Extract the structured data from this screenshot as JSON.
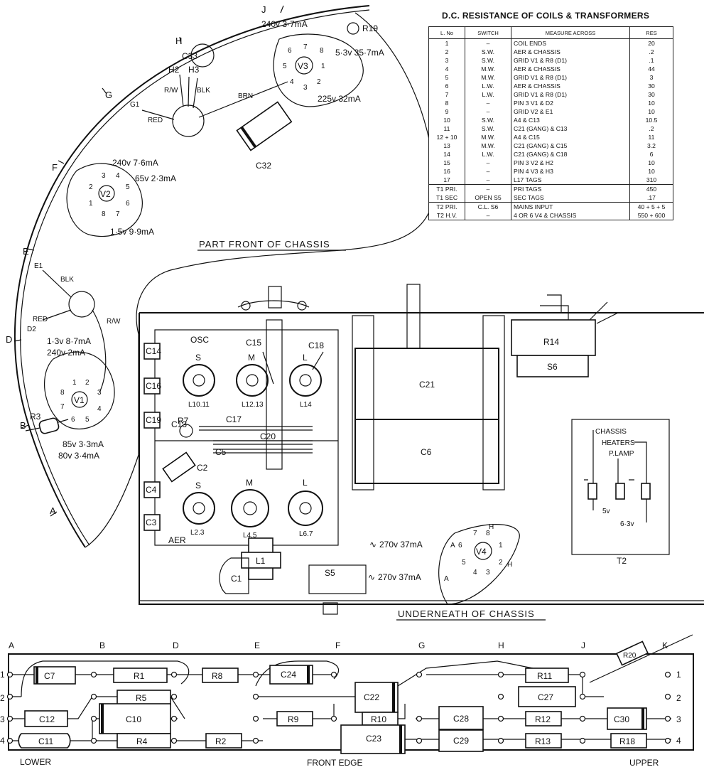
{
  "table": {
    "title": "D.C. RESISTANCE OF COILS & TRANSFORMERS",
    "headers": [
      "L. No",
      "SWITCH",
      "MEASURE ACROSS",
      "RES"
    ],
    "rows": [
      [
        "1",
        "–",
        "COIL ENDS",
        "20"
      ],
      [
        "2",
        "S.W.",
        "AER & CHASSIS",
        ".2"
      ],
      [
        "3",
        "S.W.",
        "GRID V1 & R8 (D1)",
        ".1"
      ],
      [
        "4",
        "M.W.",
        "AER & CHASSIS",
        "44"
      ],
      [
        "5",
        "M.W.",
        "GRID V1 & R8 (D1)",
        "3"
      ],
      [
        "6",
        "L.W.",
        "AER & CHASSIS",
        "30"
      ],
      [
        "7",
        "L.W.",
        "GRID V1 & R8 (D1)",
        "30"
      ],
      [
        "8",
        "–",
        "PIN 3 V1 & D2",
        "10"
      ],
      [
        "9",
        "–",
        "GRID V2 & E1",
        "10"
      ],
      [
        "10",
        "S.W.",
        "A4 & C13",
        "10.5"
      ],
      [
        "11",
        "S.W.",
        "C21 (GANG) & C13",
        ".2"
      ],
      [
        "12 + 10",
        "M.W.",
        "A4 & C15",
        "11"
      ],
      [
        "13",
        "M.W.",
        "C21 (GANG) & C15",
        "3.2"
      ],
      [
        "14",
        "L.W.",
        "C21 (GANG) & C18",
        "6"
      ],
      [
        "15",
        "–",
        "PIN 3 V2 & H2",
        "10"
      ],
      [
        "16",
        "–",
        "PIN 4 V3 & H3",
        "10"
      ],
      [
        "17",
        "–",
        "L17 TAGS",
        "310"
      ],
      [
        "T1 PRI.",
        "–",
        "PRI TAGS",
        "450"
      ],
      [
        "T1 SEC",
        "OPEN S5",
        "SEC TAGS",
        ".17"
      ],
      [
        "T2 PRI.",
        "C.L. S6",
        "MAINS INPUT",
        "40 + 5 + 5"
      ],
      [
        "T2 H.V.",
        "–",
        "4 OR 6 V4 & CHASSIS",
        "550 + 600"
      ]
    ]
  },
  "front": {
    "title": "PART FRONT OF CHASSIS",
    "scale_letters": [
      "J",
      "H",
      "G",
      "F",
      "E",
      "D",
      "B",
      "A"
    ],
    "c33": "C33",
    "c32": "C32",
    "r19": "R19",
    "h2": "H2",
    "h3": "H3",
    "rw": "R/W",
    "blk": "BLK",
    "brn": "BRN",
    "g1": "G1",
    "red": "RED",
    "v3": {
      "name": "V3",
      "pins": [
        "1",
        "2",
        "3",
        "4",
        "5",
        "6",
        "7",
        "8"
      ],
      "v6": "240v 3·7mA",
      "v8": "5·3v 35·7mA",
      "v3": "225v 32mA"
    },
    "v2": {
      "name": "V2",
      "pins": [
        "1",
        "2",
        "3",
        "4",
        "5",
        "6",
        "7",
        "8"
      ],
      "v3": "240v 7·6mA",
      "v4": "65v 2·3mA",
      "v8": "1·5v 9·9mA"
    },
    "e1": "E1",
    "d2": "D2",
    "v1": {
      "name": "V1",
      "pins": [
        "1",
        "2",
        "3",
        "4",
        "5",
        "6",
        "7",
        "8"
      ],
      "va": "1·3v 8·7mA",
      "vb": "240v 2mA",
      "vc": "85v 3·3mA",
      "vd": "80v 3·4mA"
    },
    "r3": "R3"
  },
  "under": {
    "title": "UNDERNEATH OF CHASSIS",
    "osc": "OSC",
    "aer": "AER",
    "caps": [
      "C14",
      "C16",
      "C19",
      "C4",
      "C3",
      "C13",
      "C15",
      "C18",
      "C17",
      "C20",
      "C5",
      "C2"
    ],
    "r7": "R7",
    "coils_top": [
      {
        "letter": "S",
        "label": "L10.11"
      },
      {
        "letter": "M",
        "label": "L12.13"
      },
      {
        "letter": "L",
        "label": "L14"
      }
    ],
    "coils_bottom": [
      {
        "letter": "S",
        "label": "L2.3"
      },
      {
        "letter": "M",
        "label": "L4.5"
      },
      {
        "letter": "L",
        "label": "L6.7"
      }
    ],
    "c21": "C21",
    "c6": "C6",
    "r14": "R14",
    "s6": "S6",
    "l1": "L1",
    "c1": "C1",
    "s5": "S5",
    "v4": {
      "name": "V4",
      "pins": [
        "1",
        "2",
        "3",
        "4",
        "5",
        "6",
        "7",
        "8"
      ],
      "h": "H",
      "a": "A",
      "v6": "270v 37mA",
      "v4": "270v 37mA"
    },
    "t2": {
      "label": "T2",
      "chassis": "CHASSIS",
      "heaters": "HEATERS",
      "plamp": "P.LAMP",
      "v5": "5v",
      "v63": "6·3v"
    }
  },
  "strip": {
    "letters": [
      "A",
      "B",
      "D",
      "E",
      "F",
      "G",
      "H",
      "J",
      "K"
    ],
    "rows_left": [
      "1",
      "2",
      "3",
      "4"
    ],
    "rows_right": [
      "1",
      "2",
      "3",
      "4"
    ],
    "components": [
      "C7",
      "R1",
      "R8",
      "C24",
      "R11",
      "R20",
      "R5",
      "C22",
      "C27",
      "C12",
      "C10",
      "R9",
      "R10",
      "C28",
      "R12",
      "C30",
      "C11",
      "R4",
      "R2",
      "C23",
      "C29",
      "R13",
      "R18"
    ],
    "lower": "LOWER",
    "front_edge": "FRONT EDGE",
    "upper": "UPPER"
  }
}
